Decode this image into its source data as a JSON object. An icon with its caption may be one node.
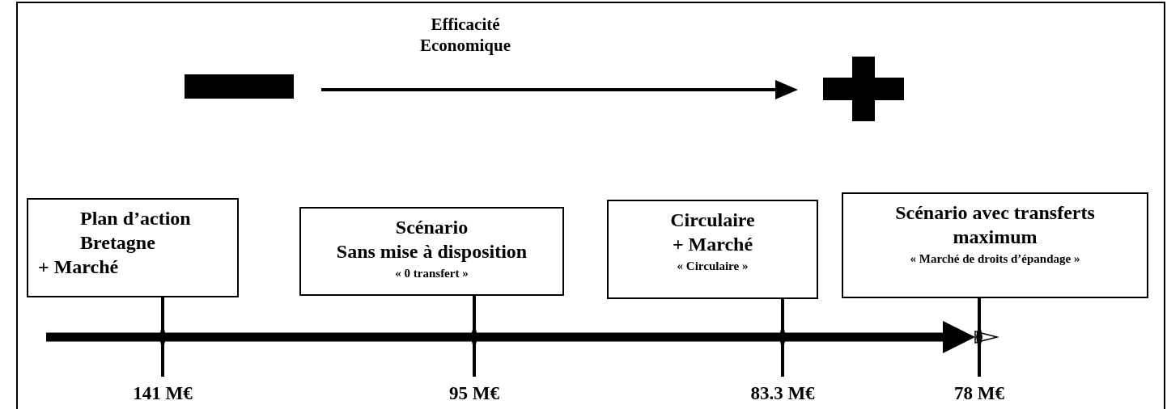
{
  "diagram": {
    "nodes": [
      {
        "text": [
          "Plan d’action Bretagne",
          "+ Marché"
        ]
      },
      {
        "text": [
          "Scénario",
          "Sans mise à disposition",
          "« 0 transfert »"
        ]
      },
      {
        "text": [
          "Circulaire",
          "+ Marché",
          "« Circulaire »"
        ]
      },
      {
        "text": [
          "Scénario avec transferts maximum",
          "« Marché de droits d’épandage »"
        ]
      },
      {
        "text": [
          "141 M€"
        ]
      },
      {
        "text": [
          "95 M€"
        ]
      },
      {
        "text": [
          "83.3 M€"
        ]
      },
      {
        "text": [
          "78 M€"
        ]
      }
    ],
    "edges": [
      {
        "from": 0,
        "to": 4,
        "arrow": "none"
      },
      {
        "from": 1,
        "to": 5,
        "arrow": "none"
      },
      {
        "from": 2,
        "to": 6,
        "arrow": "none"
      },
      {
        "from": 3,
        "to": 7,
        "arrow": "none"
      }
    ],
    "labels": [
      "Efficacité Economique"
    ]
  }
}
